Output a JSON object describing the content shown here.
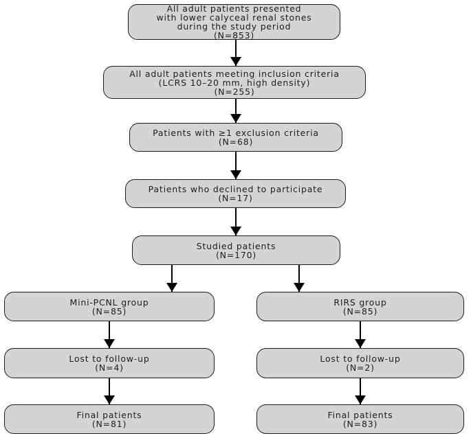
{
  "diagram": {
    "type": "patient-flow",
    "nodes": {
      "presented": {
        "text": "All adult patients presented\nwith lower calyceal renal stones\nduring the study period\n(N=853)",
        "n": 853
      },
      "inclusion": {
        "text": "All adult patients meeting inclusion criteria\n(LCRS 10–20 mm, high density)\n(N=255)",
        "n": 255
      },
      "exclusion": {
        "text": "Patients with ≥1 exclusion criteria\n(N=68)",
        "n": 68
      },
      "declined": {
        "text": "Patients who declined to participate\n(N=17)",
        "n": 17
      },
      "studied": {
        "text": "Studied patients\n(N=170)",
        "n": 170
      },
      "mini_pcnl": {
        "text": "Mini-PCNL group\n(N=85)",
        "n": 85
      },
      "rirs": {
        "text": "RIRS group\n(N=85)",
        "n": 85
      },
      "lost_left": {
        "text": "Lost to follow-up\n(N=4)",
        "n": 4
      },
      "lost_right": {
        "text": "Lost to follow-up\n(N=2)",
        "n": 2
      },
      "final_left": {
        "text": "Final patients\n(N=81)",
        "n": 81
      },
      "final_right": {
        "text": "Final patients\n(N=83)",
        "n": 83
      }
    },
    "edges": [
      {
        "from": "presented",
        "to": "inclusion"
      },
      {
        "from": "inclusion",
        "to": "exclusion"
      },
      {
        "from": "exclusion",
        "to": "declined"
      },
      {
        "from": "declined",
        "to": "studied"
      },
      {
        "from": "studied",
        "to": "mini_pcnl"
      },
      {
        "from": "studied",
        "to": "rirs"
      },
      {
        "from": "mini_pcnl",
        "to": "lost_left"
      },
      {
        "from": "rirs",
        "to": "lost_right"
      },
      {
        "from": "lost_left",
        "to": "final_left"
      },
      {
        "from": "lost_right",
        "to": "final_right"
      }
    ]
  },
  "colors": {
    "background": "#ffffff",
    "node_fill": "#d4d4d4",
    "node_border": "#1a1a1a",
    "arrow": "#000000",
    "text": "#1c1c1c"
  }
}
